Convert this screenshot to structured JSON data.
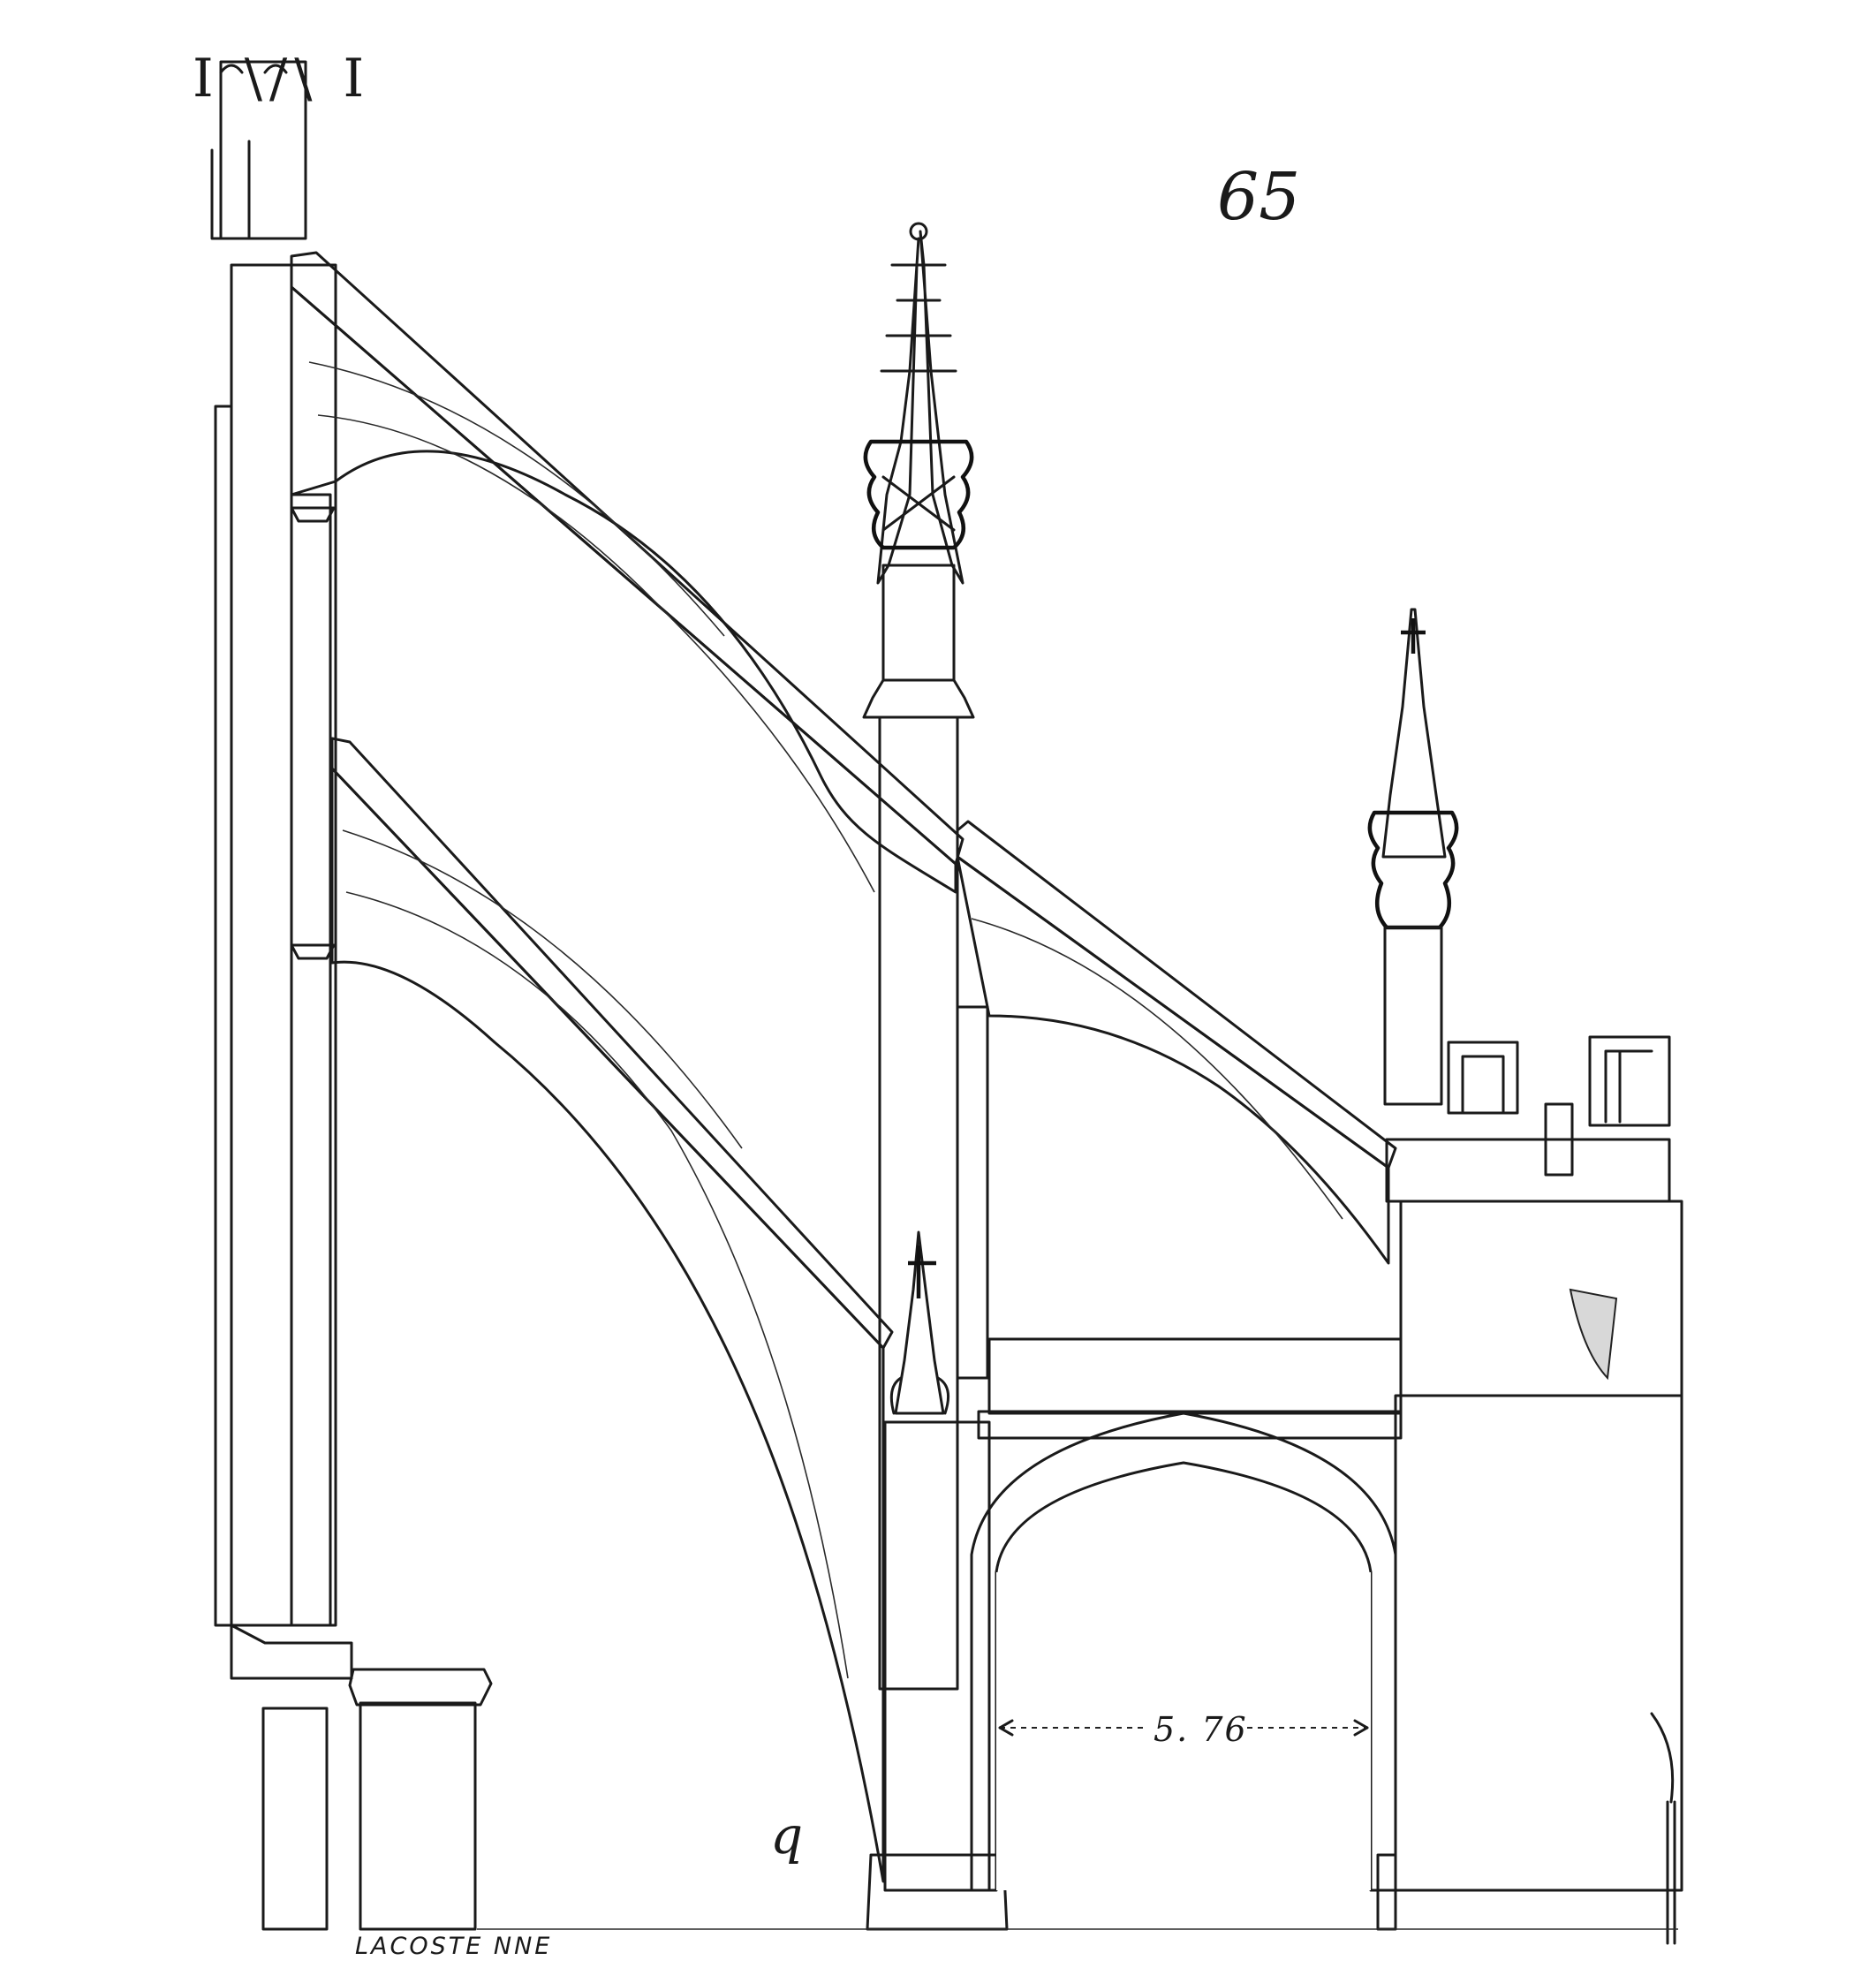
{
  "figure": {
    "number": "65",
    "corner_mark": "I \\/\\ I",
    "scale_mark": "q"
  },
  "annotations": {
    "span_dimension": "5. 76",
    "engraver": "LACOSTE NNE"
  },
  "colors": {
    "ink": "#1a1a1a",
    "paper": "#ffffff"
  }
}
